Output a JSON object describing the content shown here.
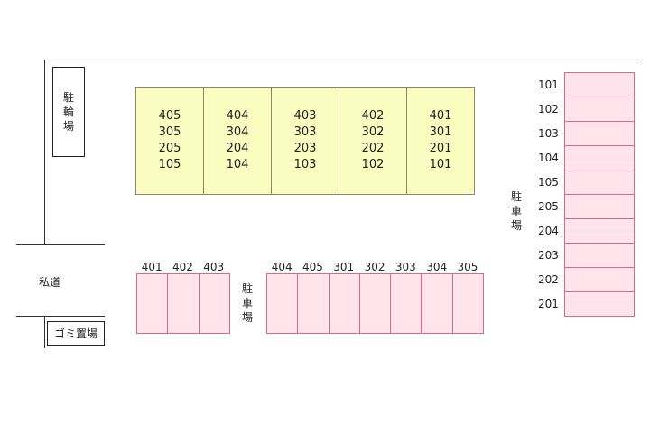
{
  "labels": {
    "bicycle_parking": "駐輪場",
    "private_road": "私道",
    "garbage_area": "ゴミ置場",
    "parking_center": "駐車場",
    "parking_right": "駐車場"
  },
  "building": {
    "columns": [
      [
        "405",
        "305",
        "205",
        "105"
      ],
      [
        "404",
        "304",
        "204",
        "104"
      ],
      [
        "403",
        "303",
        "203",
        "103"
      ],
      [
        "402",
        "302",
        "202",
        "102"
      ],
      [
        "401",
        "301",
        "201",
        "101"
      ]
    ]
  },
  "parking_left": [
    "401",
    "402",
    "403"
  ],
  "parking_center": [
    "404",
    "405",
    "301",
    "302",
    "303",
    "304",
    "305"
  ],
  "parking_right": [
    "101",
    "102",
    "103",
    "104",
    "105",
    "205",
    "204",
    "203",
    "202",
    "201"
  ],
  "colors": {
    "building_fill": "#fbfcc0",
    "parking_fill": "#ffe4ec",
    "parking_border": "#d76b8a"
  }
}
